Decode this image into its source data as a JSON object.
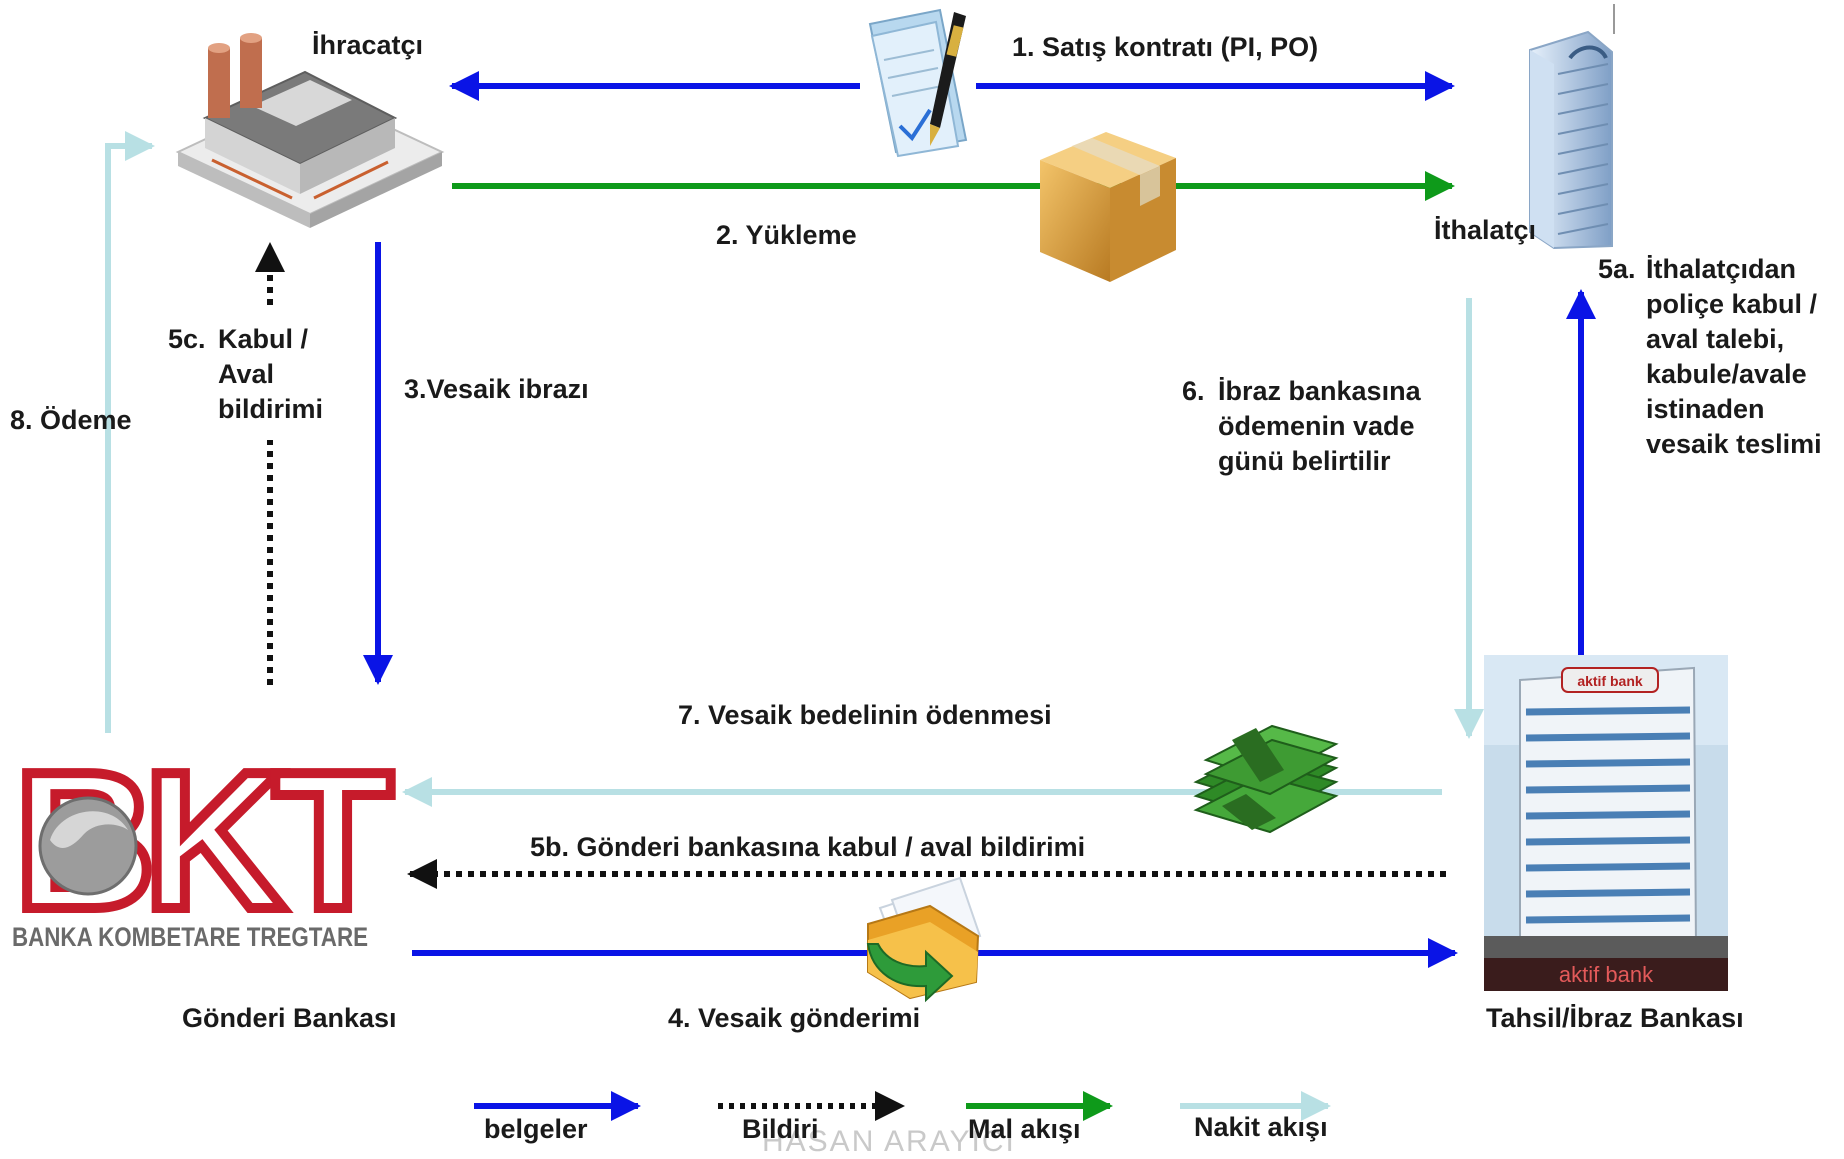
{
  "parties": {
    "exporter": "İhracatçı",
    "importer": "İthalatçı",
    "sending_bank": "Gönderi Bankası",
    "collecting_bank": "Tahsil/İbraz Bankası"
  },
  "steps": {
    "s1": "1. Satış kontratı (PI, PO)",
    "s2": "2. Yükleme",
    "s3": "3.Vesaik ibrazı",
    "s4": "4. Vesaik gönderimi",
    "s5a_num": "5a.",
    "s5a_lines": [
      "İthalatçıdan",
      "poliçe kabul /",
      "aval talebi,",
      "kabule/avale",
      "istinaden",
      "vesaik teslimi"
    ],
    "s5b": "5b. Gönderi bankasına kabul / aval bildirimi",
    "s5c_num": "5c.",
    "s5c_lines": [
      "Kabul /",
      "Aval",
      "bildirimi"
    ],
    "s6_num": "6.",
    "s6_lines": [
      "İbraz bankasına",
      "ödemenin vade",
      "günü belirtilir"
    ],
    "s7": "7. Vesaik bedelinin ödenmesi",
    "s8": "8.  Ödeme"
  },
  "logos": {
    "bkt_mark": "BKT",
    "bkt_name": "BANKA KOMBETARE TREGTARE",
    "aktif_sign": "aktif bank"
  },
  "legend": {
    "documents": "belgeler",
    "notice": "Bildiri",
    "goods": "Mal akışı",
    "cash": "Nakit akışı",
    "footer_fragment": "HASAN ARAYICI"
  },
  "colors": {
    "documents": "#0a14e6",
    "goods": "#0e9a1a",
    "cash": "#b8e0e4",
    "notice": "#111111"
  },
  "icons": {
    "exporter": "factory-icon",
    "importer": "office-tower-icon",
    "contract": "signed-document-icon",
    "shipment": "cardboard-box-icon",
    "money": "cash-stack-icon",
    "documents": "folder-transfer-icon",
    "collecting_bank": "bank-building-icon"
  }
}
